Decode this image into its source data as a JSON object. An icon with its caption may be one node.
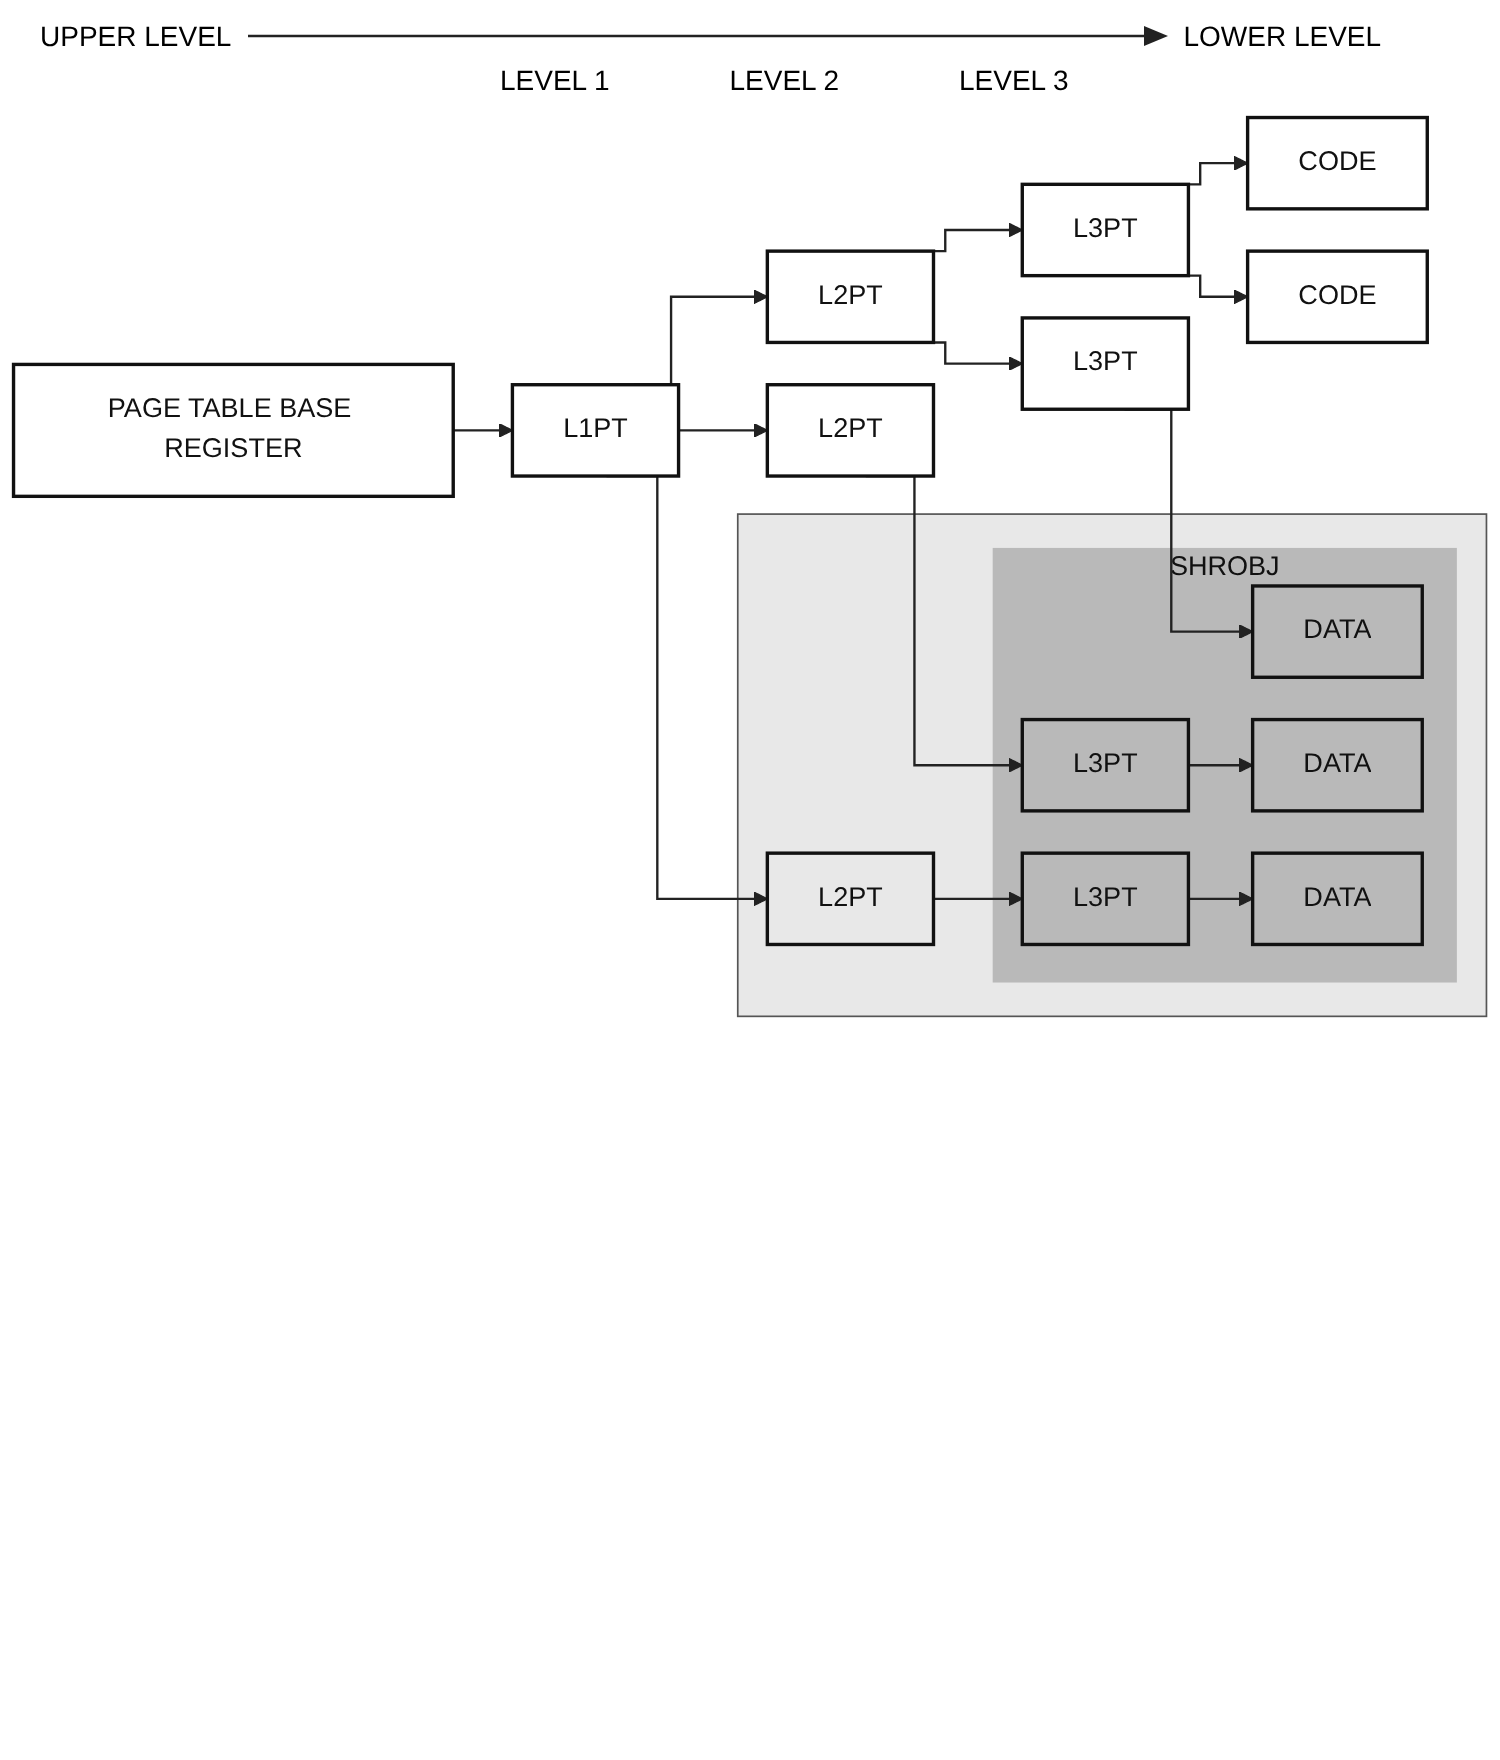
{
  "diagram": {
    "nodes": [
      {
        "text": [
          "PAGE TABLE BASE REGISTER"
        ]
      },
      {
        "text": [
          "L1PT"
        ]
      },
      {
        "text": [
          "L2PT"
        ]
      },
      {
        "text": [
          "L3PT"
        ]
      },
      {
        "text": [
          "CODE"
        ]
      },
      {
        "text": [
          "L2PT"
        ]
      },
      {
        "text": [
          "L3PT"
        ]
      },
      {
        "text": [
          "CODE"
        ]
      },
      {
        "text": [],
        "shape": "box"
      },
      {
        "text": [
          "L2PT"
        ],
        "in": 8
      },
      {
        "text": [
          "SHROBJ"
        ],
        "in": 8
      },
      {
        "text": [
          "L3PT"
        ],
        "in": 10
      },
      {
        "text": [
          "DATA"
        ],
        "in": 10
      },
      {
        "text": [
          "L3PT"
        ],
        "in": 10
      },
      {
        "text": [
          "DATA"
        ],
        "in": 10
      },
      {
        "text": [
          "DATA"
        ],
        "in": 10
      }
    ],
    "edges": [
      {
        "from": 0,
        "to": 1,
        "arrow": "to"
      },
      {
        "from": 1,
        "to": 2,
        "arrow": "to"
      },
      {
        "from": 1,
        "to": 5,
        "arrow": "to"
      },
      {
        "from": 1,
        "to": 9,
        "arrow": "to"
      },
      {
        "from": 2,
        "to": 3,
        "arrow": "to"
      },
      {
        "from": 2,
        "to": 6,
        "arrow": "to"
      },
      {
        "from": 3,
        "to": 4,
        "arrow": "to"
      },
      {
        "from": 3,
        "to": 7,
        "arrow": "to"
      },
      {
        "from": 5,
        "to": 11,
        "arrow": "to"
      },
      {
        "from": 6,
        "to": 12,
        "arrow": "to"
      },
      {
        "from": 9,
        "to": 13,
        "arrow": "to"
      },
      {
        "from": 11,
        "to": 14,
        "arrow": "to"
      },
      {
        "from": 13,
        "to": 15,
        "arrow": "to"
      }
    ],
    "labels": [
      "UPPER LEVEL",
      "LOWER LEVEL",
      "LEVEL 1",
      "LEVEL 2",
      "LEVEL 3"
    ]
  }
}
